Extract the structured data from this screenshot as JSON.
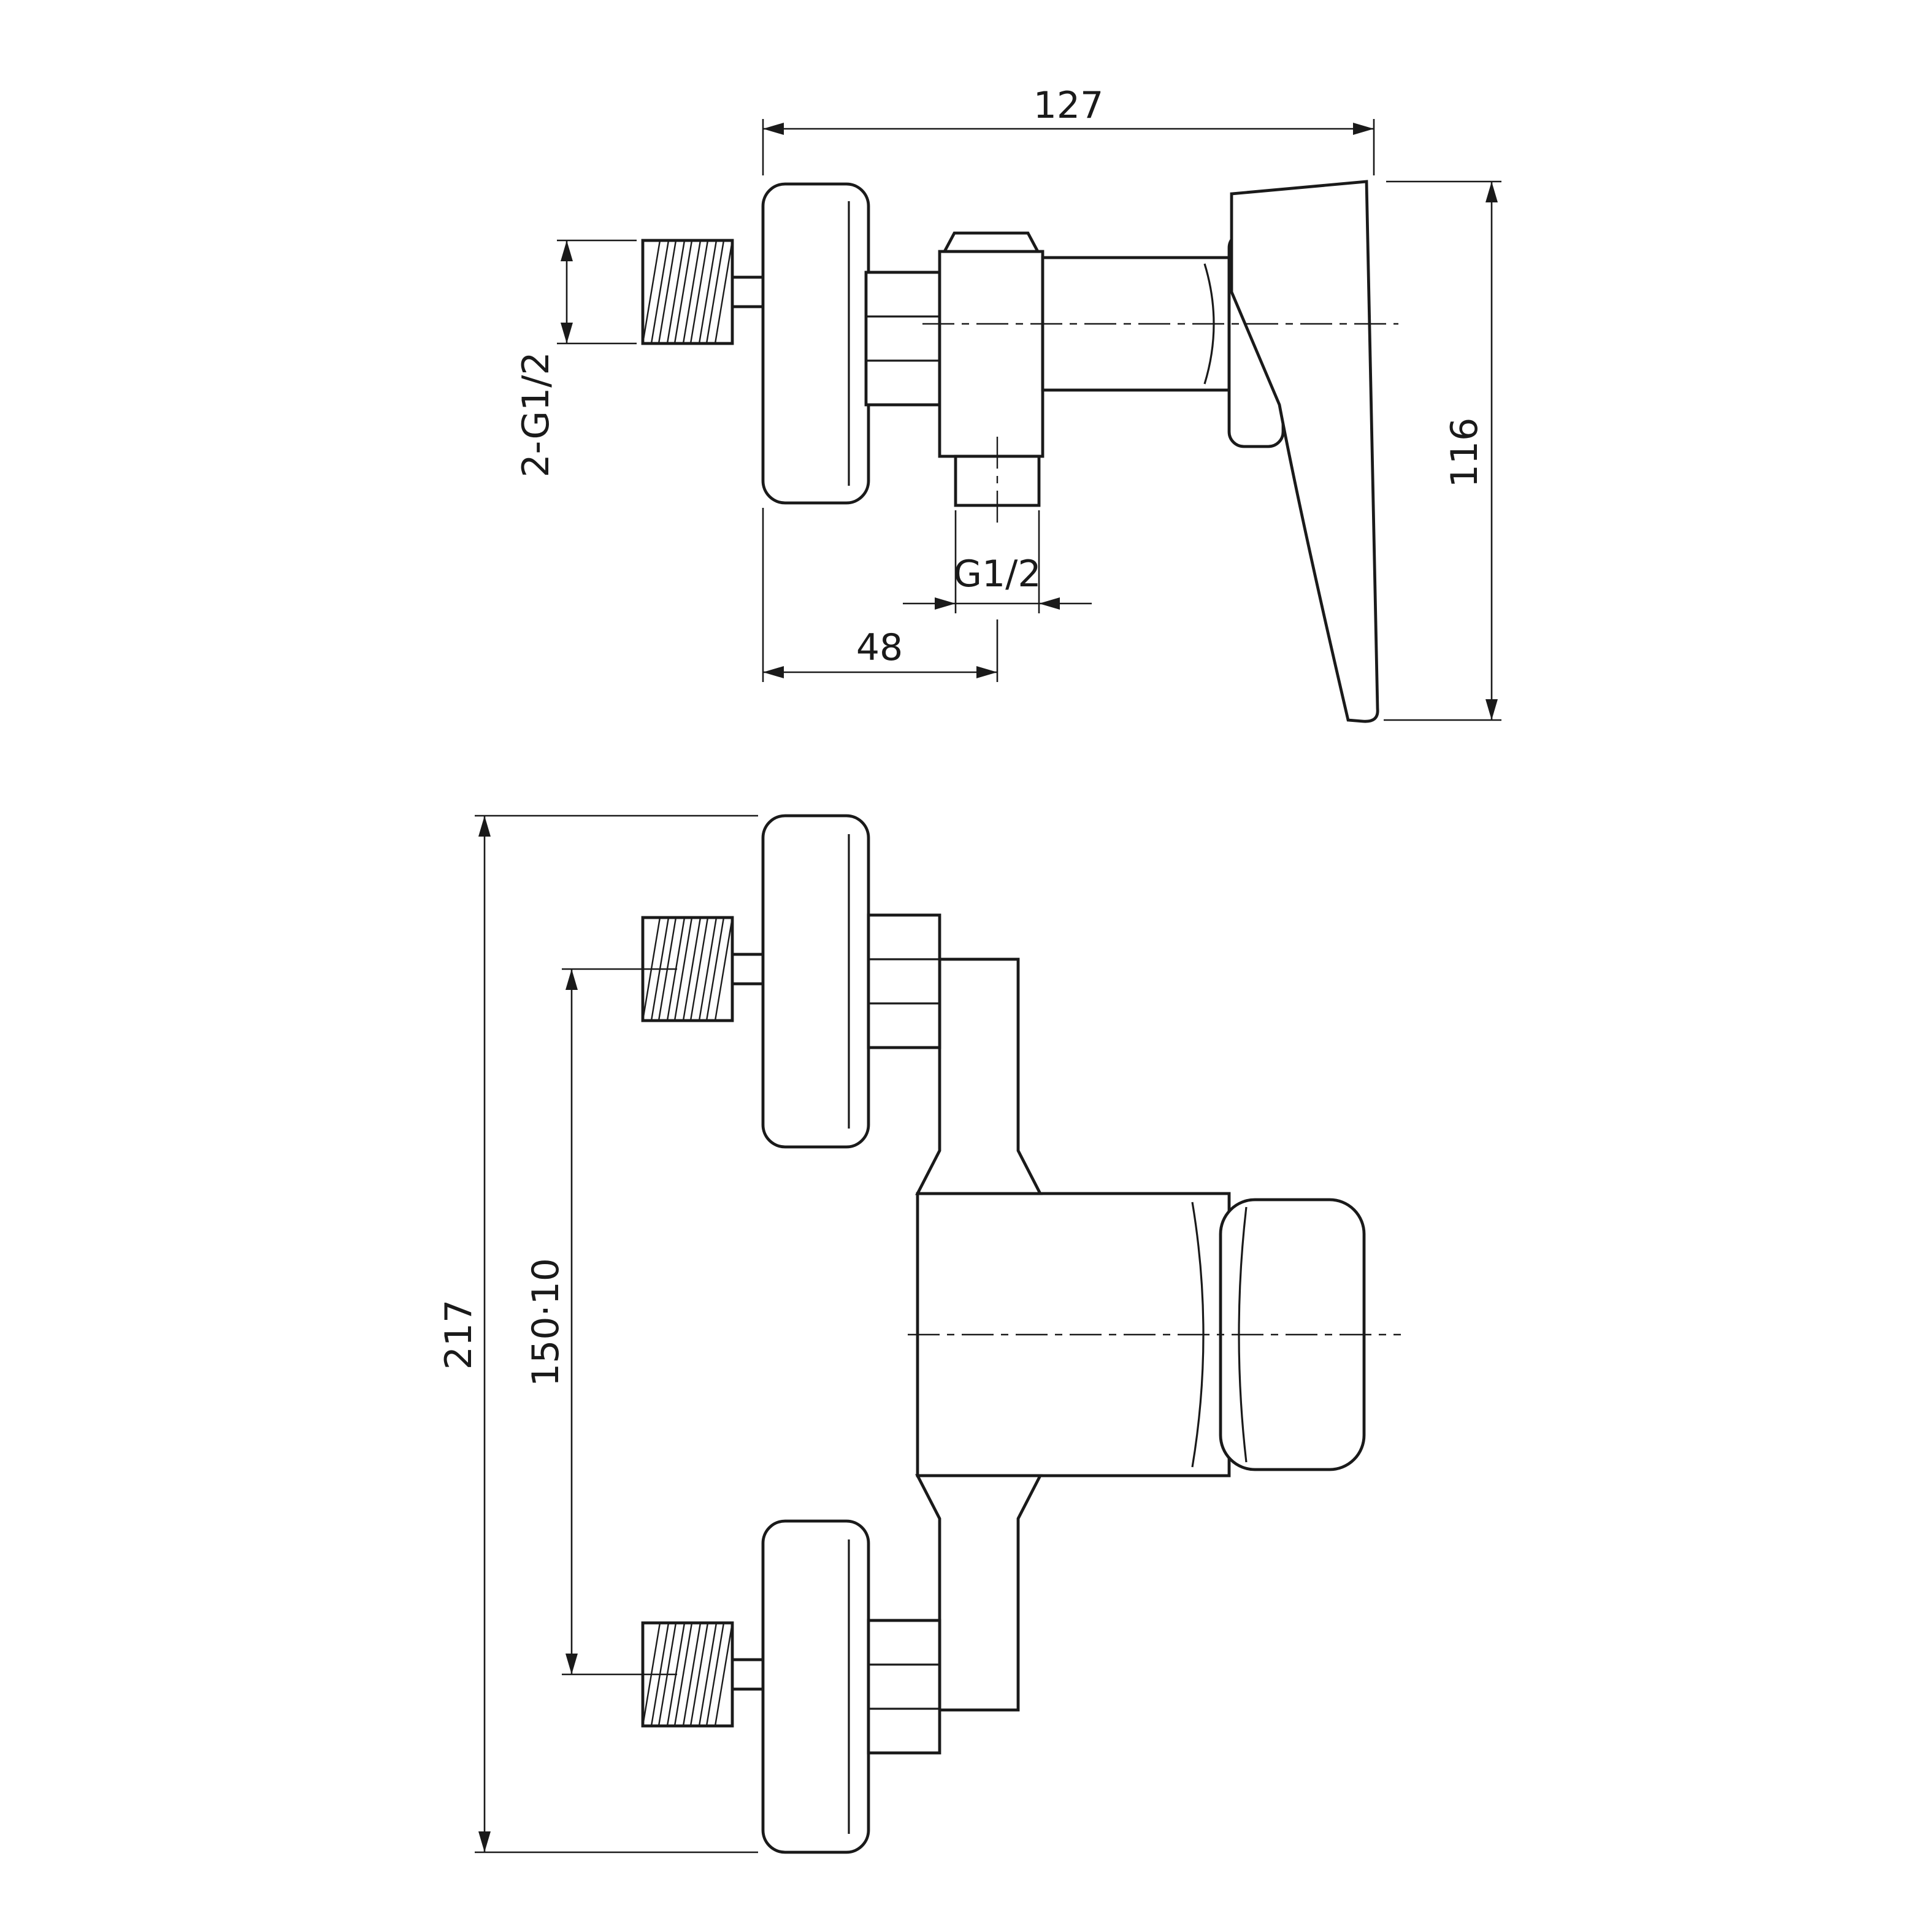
{
  "drawing": {
    "type": "technical-drawing",
    "background_color": "#ffffff",
    "line_color": "#1a1a1a"
  },
  "labels": {
    "side_width": "127",
    "side_height": "116",
    "inlet_thread": "2-G1/2",
    "outlet_thread": "G1/2",
    "outlet_offset": "48",
    "overall_height": "217",
    "inlet_spacing": "150·10"
  }
}
